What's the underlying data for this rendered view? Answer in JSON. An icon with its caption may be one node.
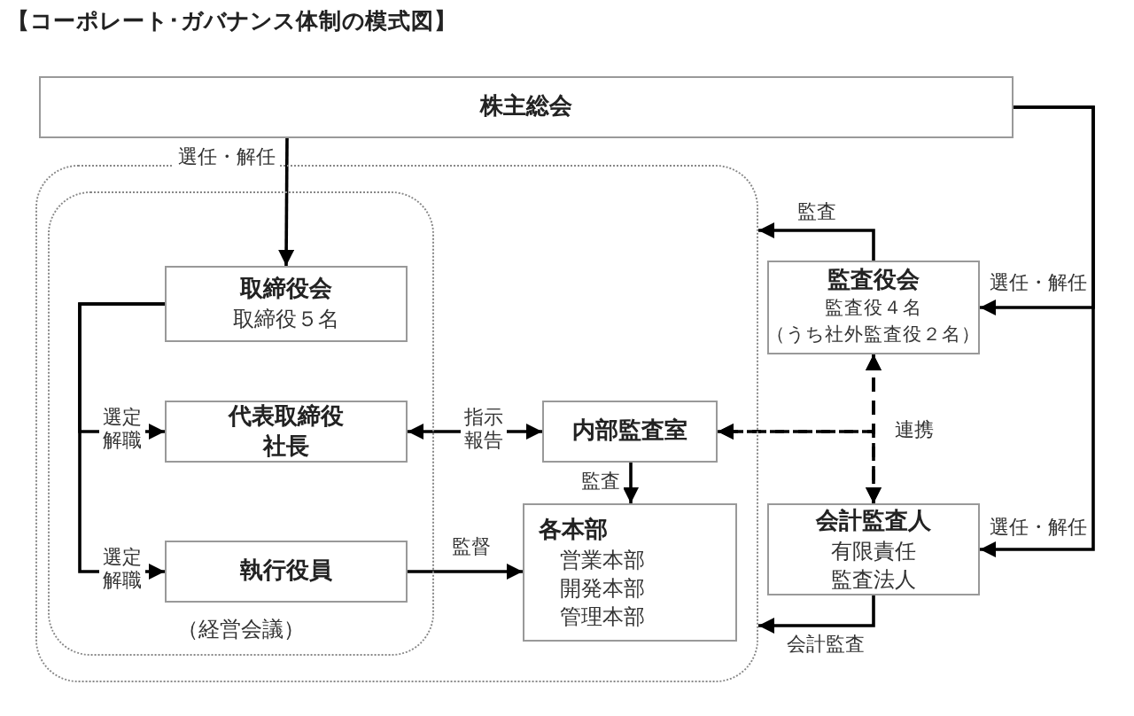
{
  "diagram": {
    "title": "【コーポレート･ガバナンス体制の模式図】",
    "nodes": [
      {
        "text": [
          "株主総会"
        ]
      },
      {
        "text": [],
        "shape": "box"
      },
      {
        "text": [
          "（経営会議）"
        ],
        "in": 1
      },
      {
        "text": [
          "取締役会",
          "取締役５名"
        ],
        "in": 2
      },
      {
        "text": [
          "代表取締役",
          "社長"
        ],
        "in": 2
      },
      {
        "text": [
          "執行役員"
        ],
        "in": 2
      },
      {
        "text": [
          "内部監査室"
        ],
        "in": 1
      },
      {
        "text": [
          "各本部",
          "営業本部",
          "開発本部",
          "管理本部"
        ],
        "in": 1
      },
      {
        "text": [
          "監査役会",
          "監査役４名",
          "（うち社外監査役２名）"
        ]
      },
      {
        "text": [
          "会計監査人",
          "有限責任",
          "監査法人"
        ]
      }
    ],
    "edges": [
      {
        "from": 0,
        "to": 3,
        "arrow": "to",
        "label": "選任・解任"
      },
      {
        "from": 0,
        "to": 8,
        "arrow": "to",
        "label": "選任・解任"
      },
      {
        "from": 0,
        "to": 9,
        "arrow": "to",
        "label": "選任・解任"
      },
      {
        "from": 3,
        "to": 4,
        "arrow": "to",
        "label": "選定解職"
      },
      {
        "from": 3,
        "to": 5,
        "arrow": "to",
        "label": "選定解職"
      },
      {
        "from": 4,
        "to": 6,
        "arrow": "both",
        "label": "指示報告"
      },
      {
        "from": 5,
        "to": 7,
        "arrow": "to",
        "label": "監督"
      },
      {
        "from": 6,
        "to": 7,
        "arrow": "to",
        "label": "監査"
      },
      {
        "from": 8,
        "to": 1,
        "arrow": "to",
        "label": "監査"
      },
      {
        "from": 9,
        "to": 1,
        "arrow": "to",
        "label": "会計監査"
      },
      {
        "from": 8,
        "to": 9,
        "arrow": "both",
        "style": "dashed",
        "label": "連携"
      },
      {
        "from": 8,
        "to": 6,
        "arrow": "both",
        "style": "dashed"
      },
      {
        "from": 9,
        "to": 6,
        "arrow": "both",
        "style": "dashed"
      }
    ]
  }
}
